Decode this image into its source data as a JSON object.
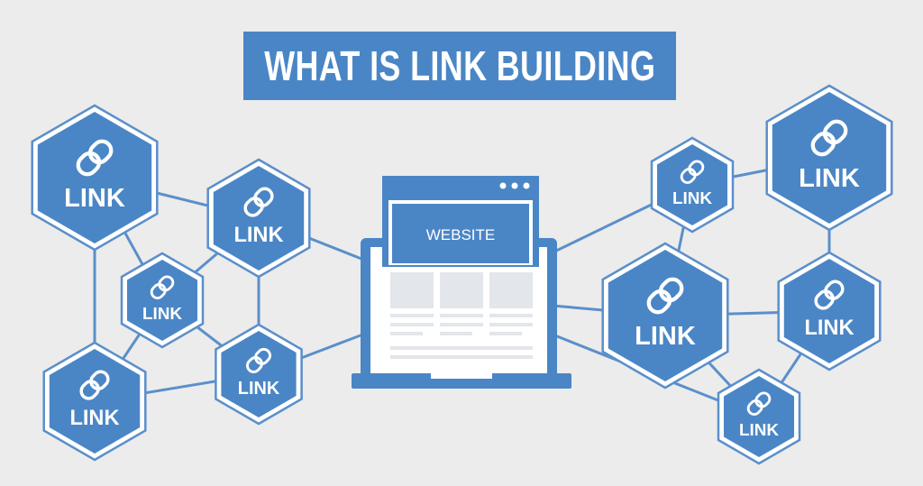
{
  "title": "WHAT IS LINK BUILDING",
  "website_label": "WEBSITE",
  "link_nodes": [
    {
      "id": "left-top-large",
      "label": "LINK"
    },
    {
      "id": "left-upper-mid",
      "label": "LINK"
    },
    {
      "id": "left-center-small",
      "label": "LINK"
    },
    {
      "id": "left-bottom",
      "label": "LINK"
    },
    {
      "id": "left-lower-mid",
      "label": "LINK"
    },
    {
      "id": "right-top-small",
      "label": "LINK"
    },
    {
      "id": "right-top-large",
      "label": "LINK"
    },
    {
      "id": "right-center-large",
      "label": "LINK"
    },
    {
      "id": "right-middle",
      "label": "LINK"
    },
    {
      "id": "right-bottom-small",
      "label": "LINK"
    }
  ],
  "colors": {
    "background": "#ececec",
    "primary": "#4a86c6",
    "line": "#5b8fca",
    "white": "#ffffff",
    "screen_placeholder": "#e3e6ea"
  },
  "icons": {
    "link_icon": "chain-link-icon",
    "window_dots": "window-dots-icon"
  }
}
